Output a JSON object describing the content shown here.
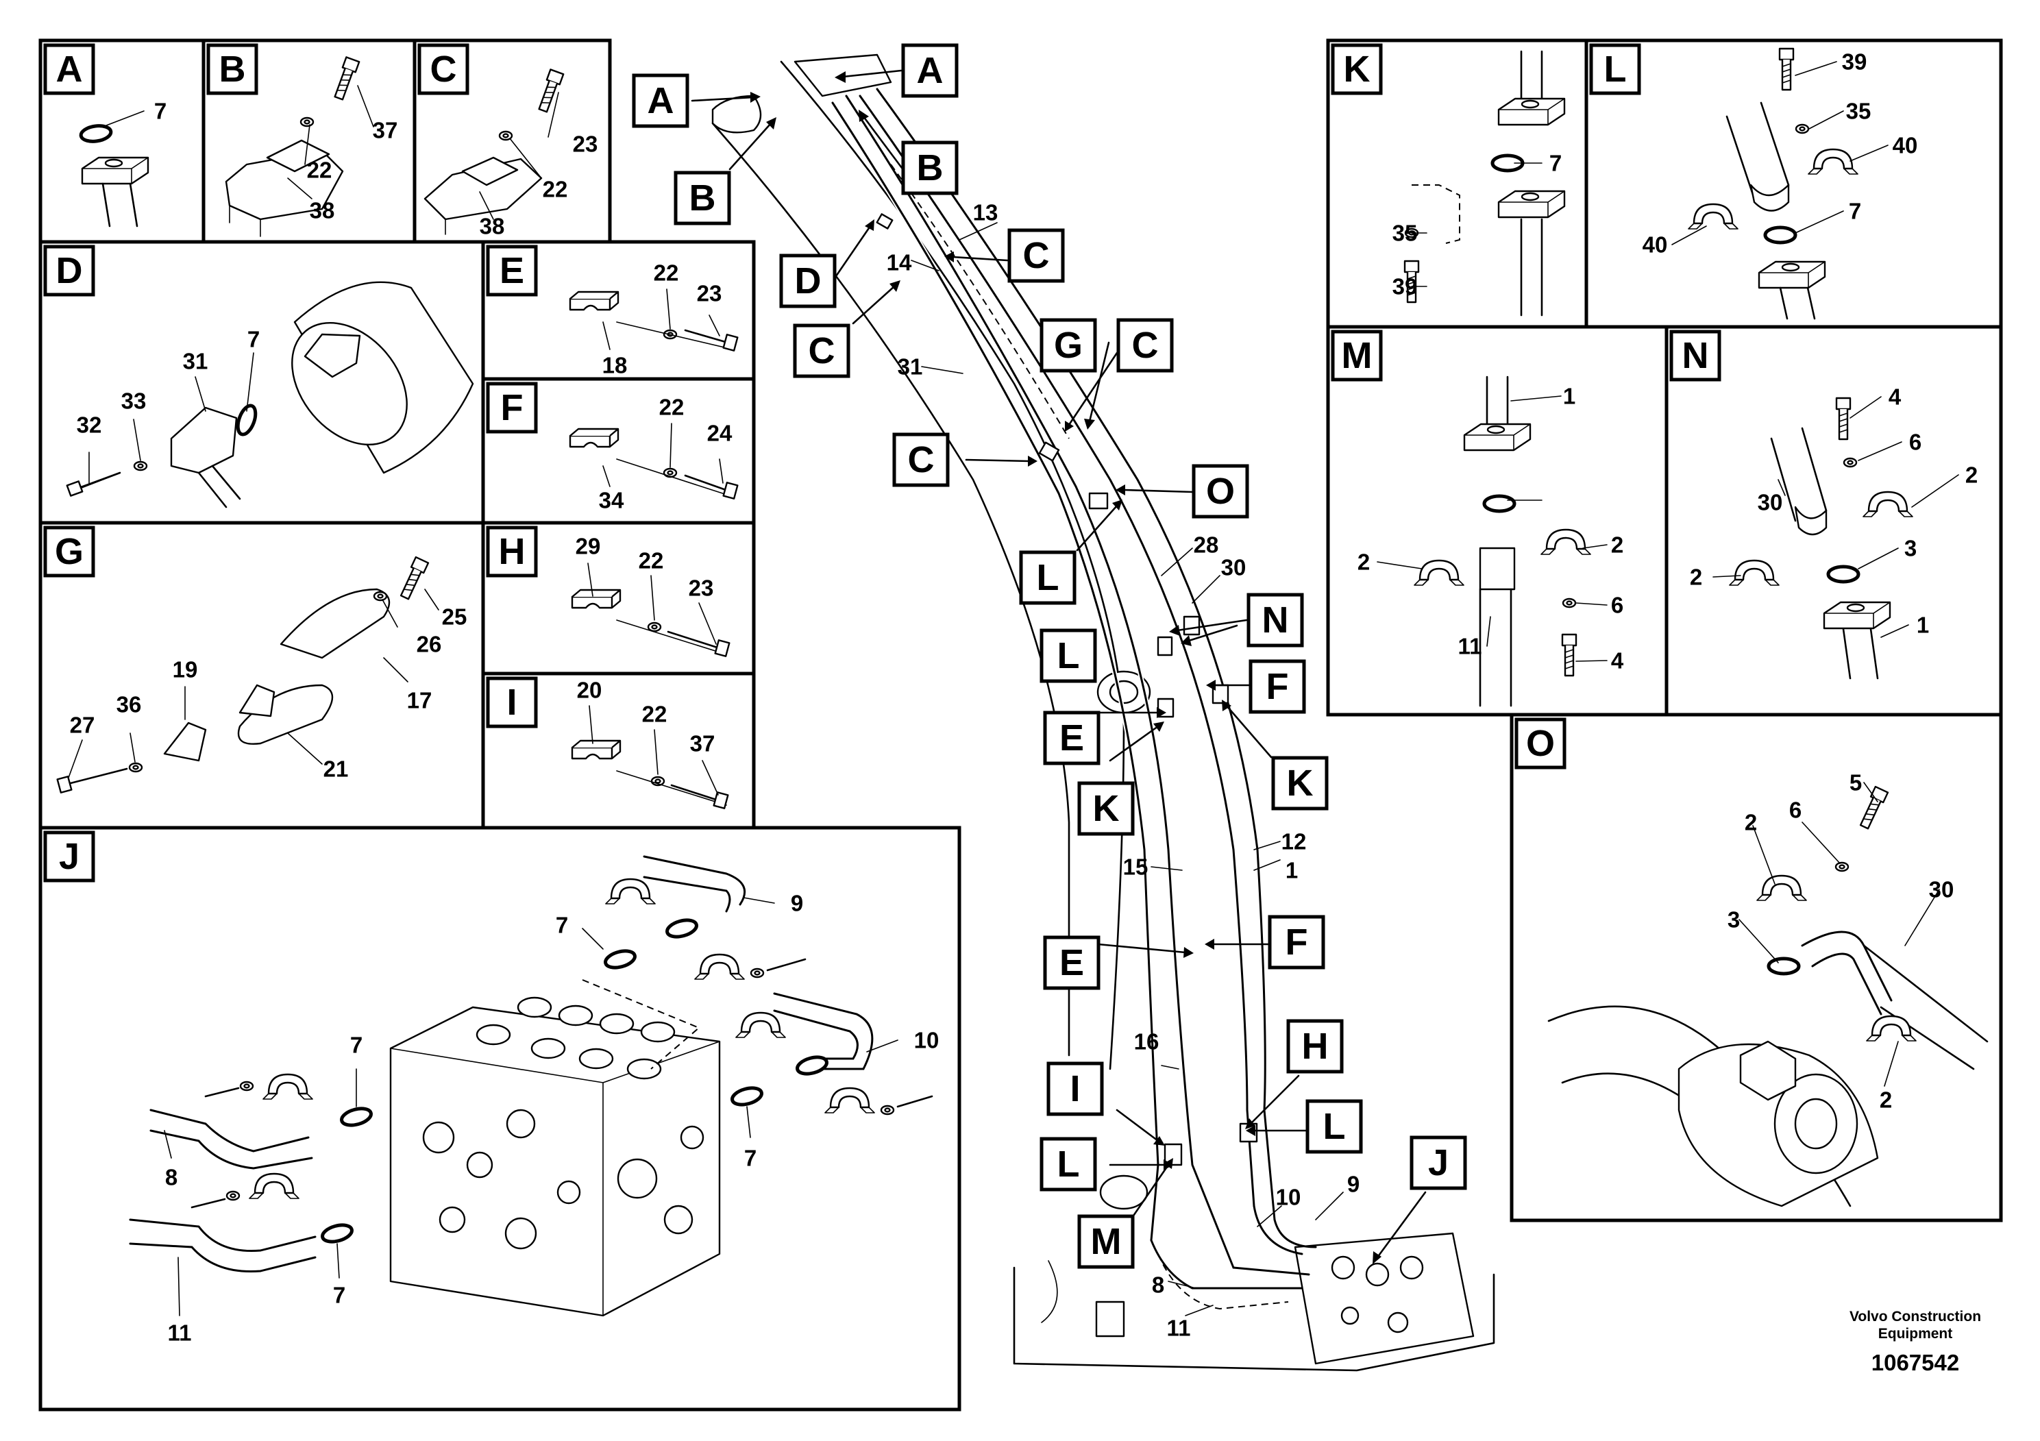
{
  "panel_labels": [
    "A",
    "B",
    "C",
    "D",
    "E",
    "F",
    "G",
    "H",
    "I",
    "J",
    "K",
    "L",
    "M",
    "N",
    "O"
  ],
  "main_callouts": [
    "A",
    "A",
    "B",
    "B",
    "C",
    "C",
    "C",
    "C",
    "D",
    "G",
    "O",
    "L",
    "N",
    "L",
    "F",
    "E",
    "K",
    "K",
    "E",
    "F",
    "I",
    "H",
    "L",
    "L",
    "M",
    "J"
  ],
  "part_numbers": {
    "A": [
      "7"
    ],
    "B": [
      "37",
      "22",
      "38"
    ],
    "C": [
      "23",
      "22",
      "38"
    ],
    "D": [
      "31",
      "7",
      "32",
      "33"
    ],
    "E": [
      "22",
      "23",
      "18"
    ],
    "F": [
      "22",
      "24",
      "34"
    ],
    "G": [
      "25",
      "26",
      "17",
      "19",
      "27",
      "36",
      "21"
    ],
    "H": [
      "29",
      "22",
      "23"
    ],
    "I": [
      "20",
      "22",
      "37"
    ],
    "J": [
      "9",
      "7",
      "10",
      "7",
      "8",
      "11",
      "7",
      "7"
    ],
    "K": [
      "7",
      "35",
      "39"
    ],
    "L": [
      "39",
      "35",
      "40",
      "40",
      "7"
    ],
    "M": [
      "1",
      "2",
      "2",
      "11",
      "6",
      "4"
    ],
    "N": [
      "4",
      "6",
      "30",
      "2",
      "2",
      "3",
      "1"
    ],
    "O": [
      "5",
      "6",
      "2",
      "3",
      "30",
      "2"
    ],
    "main": [
      "13",
      "14",
      "31",
      "28",
      "30",
      "12",
      "1",
      "15",
      "16",
      "10",
      "9",
      "8",
      "11"
    ]
  },
  "caption": {
    "line1": "Volvo Construction",
    "line2": "Equipment",
    "doc_number": "1067542"
  }
}
